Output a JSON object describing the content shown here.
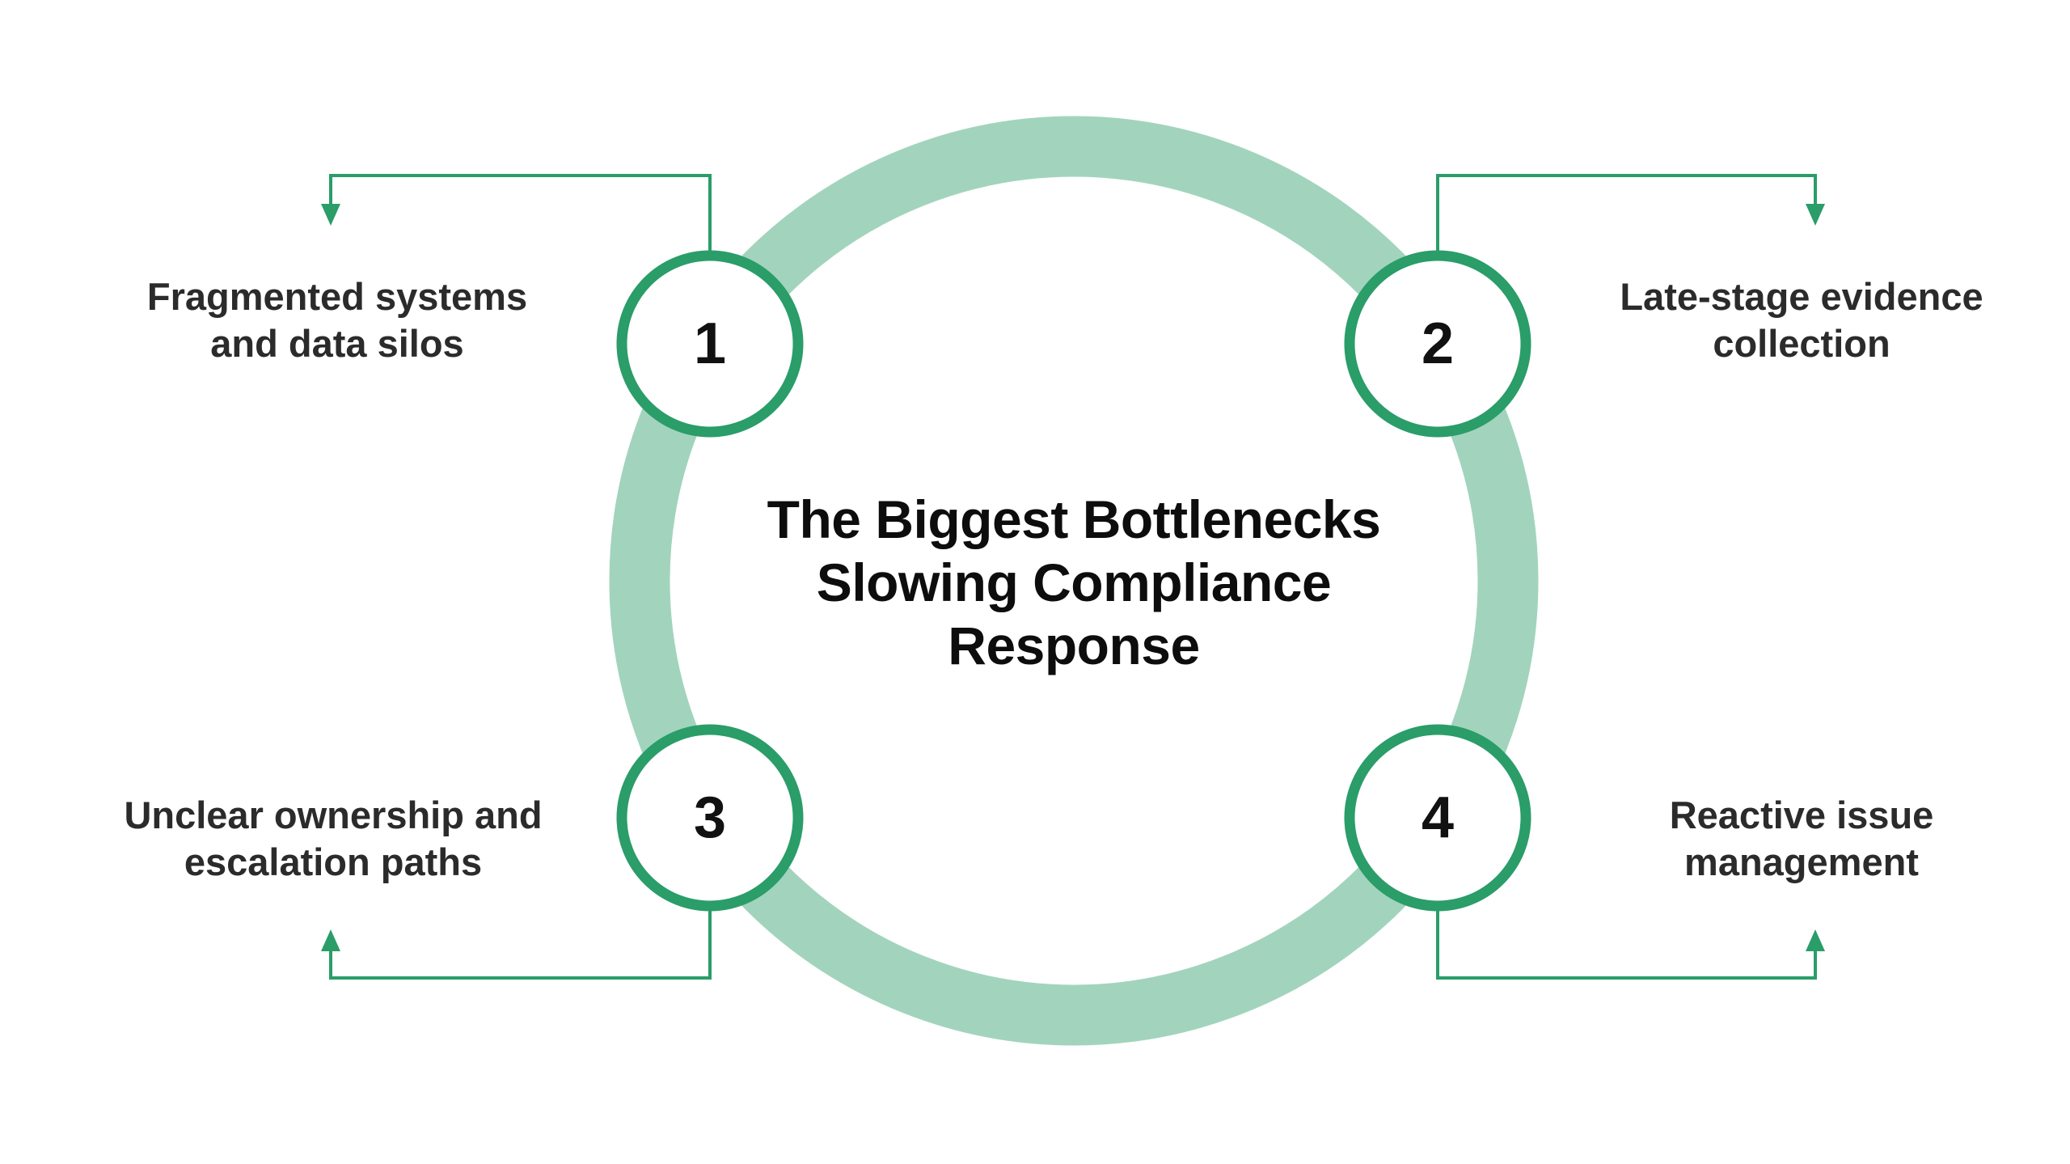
{
  "title": {
    "text": "The Biggest Bottlenecks Slowing Compliance Response",
    "lines": [
      "The Biggest Bottlenecks",
      "Slowing Compliance",
      "Response"
    ]
  },
  "nodes": [
    {
      "number": "1",
      "position": "top-left",
      "label": "Fragmented systems and data silos",
      "lines": [
        "Fragmented systems",
        "and data silos"
      ]
    },
    {
      "number": "2",
      "position": "top-right",
      "label": "Late-stage evidence collection",
      "lines": [
        "Late-stage evidence",
        "collection"
      ]
    },
    {
      "number": "3",
      "position": "bottom-left",
      "label": "Unclear ownership and escalation paths",
      "lines": [
        "Unclear ownership and",
        "escalation paths"
      ]
    },
    {
      "number": "4",
      "position": "bottom-right",
      "label": "Reactive issue management",
      "lines": [
        "Reactive issue",
        "management"
      ]
    }
  ],
  "colors": {
    "accent": "#2A9D69",
    "ring": "#A2D4BD",
    "title-text": "#0D0D0D",
    "label-text": "#2B2B2B",
    "background": "#FFFFFF"
  }
}
